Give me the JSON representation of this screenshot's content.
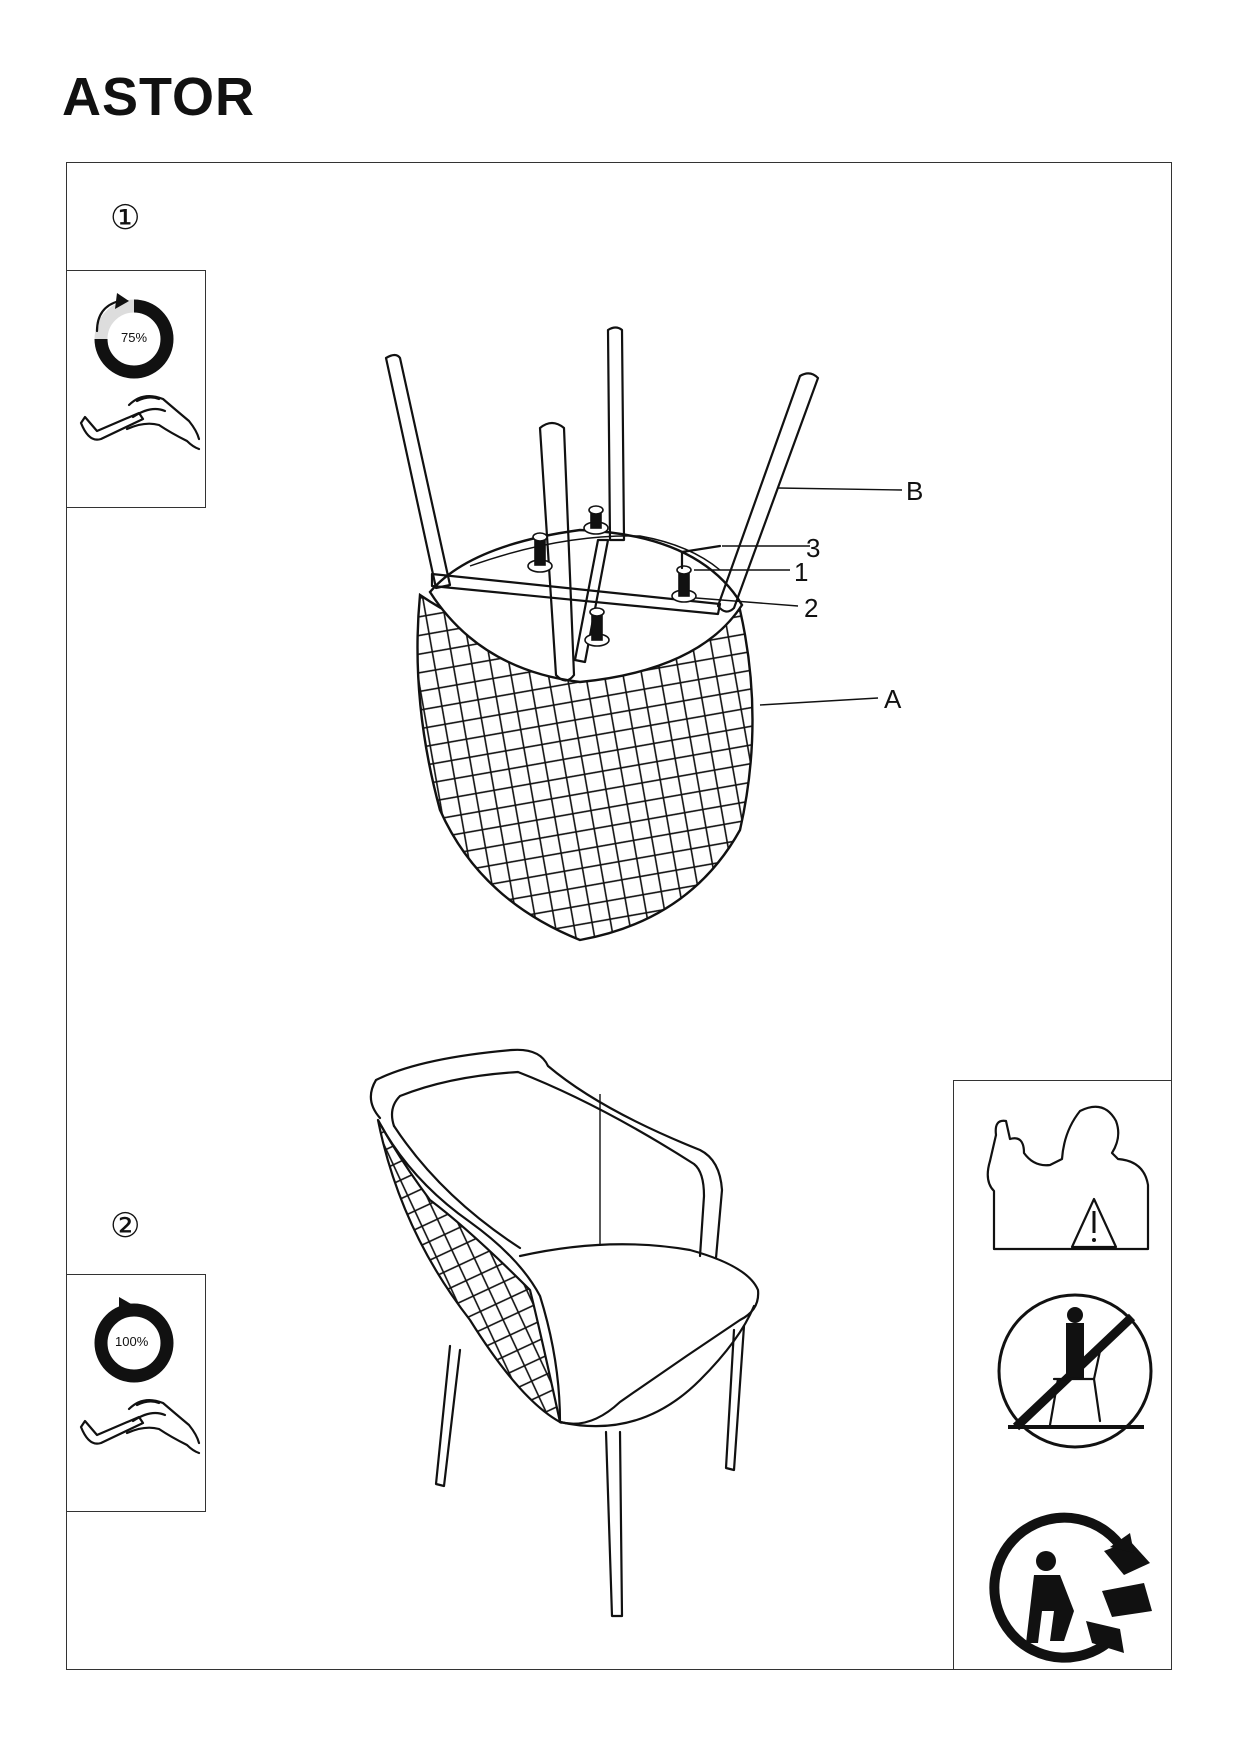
{
  "document": {
    "title": "ASTOR"
  },
  "steps": [
    {
      "number": "①",
      "torque_label": "75%",
      "torque_fraction": 0.75
    },
    {
      "number": "②",
      "torque_label": "100%",
      "torque_fraction": 1.0
    }
  ],
  "callouts": {
    "B": "B",
    "three": "3",
    "one": "1",
    "two": "2",
    "A": "A"
  },
  "icons": {
    "tighten_wrench": "hand-allen-key-icon",
    "warning": "person-warning-icon",
    "no_standing": "no-standing-on-chair-icon",
    "recycle": "dispose-recycle-icon"
  }
}
